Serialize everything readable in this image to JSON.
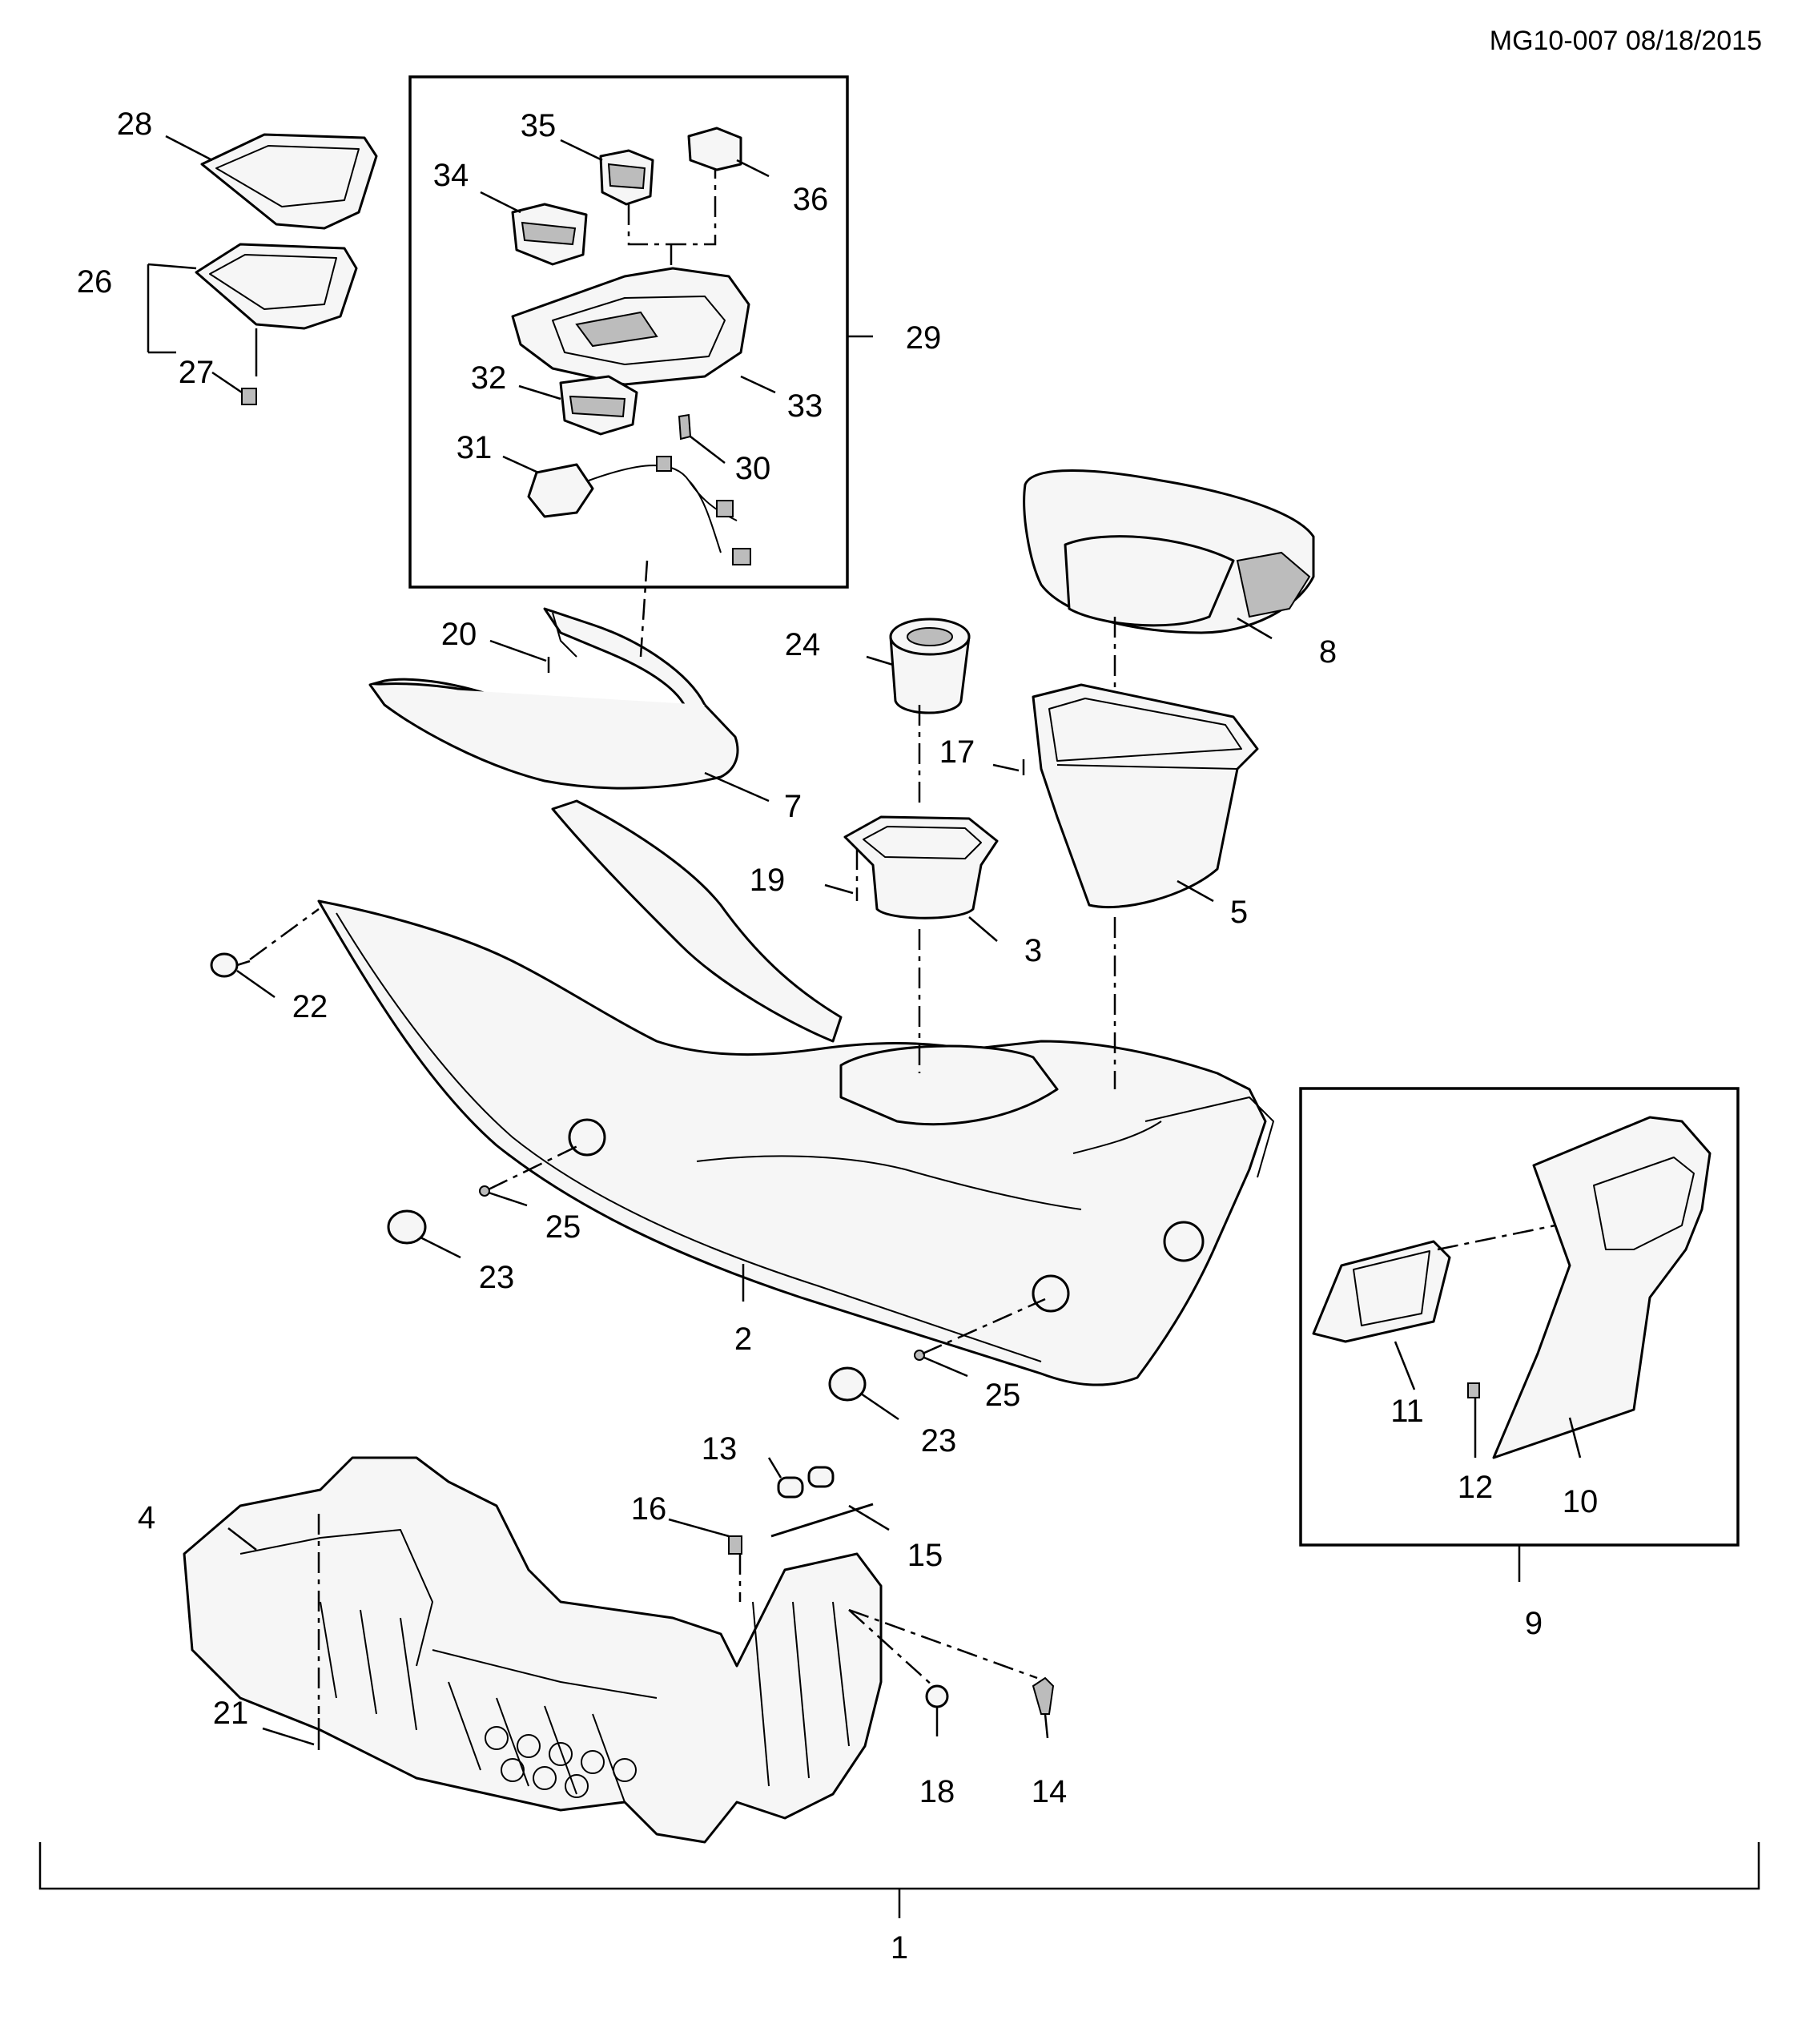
{
  "header": {
    "drawing_ref": "MG10-007 08/18/2015"
  },
  "callouts": {
    "c1": "1",
    "c2": "2",
    "c3": "3",
    "c4": "4",
    "c5": "5",
    "c7": "7",
    "c8": "8",
    "c9": "9",
    "c10": "10",
    "c11": "11",
    "c12": "12",
    "c13": "13",
    "c14": "14",
    "c15": "15",
    "c16": "16",
    "c17": "17",
    "c18": "18",
    "c19": "19",
    "c20": "20",
    "c21": "21",
    "c22": "22",
    "c23a": "23",
    "c23b": "23",
    "c24": "24",
    "c25a": "25",
    "c25b": "25",
    "c26": "26",
    "c27": "27",
    "c28": "28",
    "c29": "29",
    "c30": "30",
    "c31": "31",
    "c32": "32",
    "c33": "33",
    "c34": "34",
    "c35": "35",
    "c36": "36"
  }
}
